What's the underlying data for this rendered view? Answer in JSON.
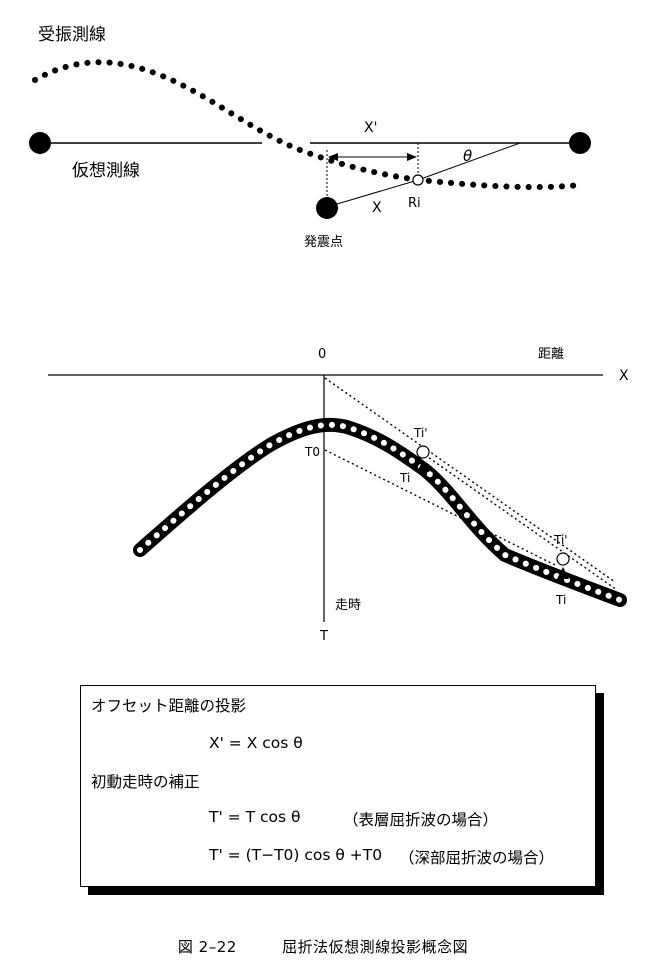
{
  "top_diagram": {
    "receiver_line_label": "受振測線",
    "virtual_line_label": "仮想測線",
    "offset_projected_label": "X'",
    "angle_label": "θ",
    "offset_label": "X",
    "receiver_point_label": "Ri",
    "source_label": "発震点"
  },
  "bottom_diagram": {
    "origin_label": "0",
    "distance_label": "距離",
    "x_axis_label": "X",
    "time_label": "走時",
    "t_axis_label": "T",
    "t0_label": "T0",
    "ti_prime_label_1": "Ti'",
    "ti_label_1": "Ti",
    "ti_prime_label_2": "Ti'",
    "ti_label_2": "Ti"
  },
  "formula_box": {
    "heading_1": "オフセット距離の投影",
    "formula_1": "X' = X cos θ",
    "heading_2": "初動走時の補正",
    "formula_2": "T' = T cos θ",
    "formula_2_note": "（表層屈折波の場合）",
    "formula_3": "T' = (T−T0) cos θ +T0",
    "formula_3_note": "（深部屈折波の場合）"
  },
  "caption": {
    "number": "図 2–22",
    "title": "屈折法仮想測線投影概念図"
  }
}
